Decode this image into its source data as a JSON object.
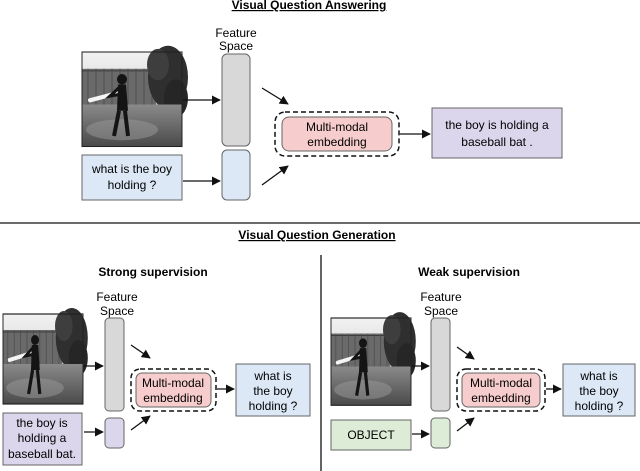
{
  "vqa": {
    "title": "Visual Question Answering",
    "feature_space": [
      "Feature",
      "Space"
    ],
    "question": [
      "what is the boy",
      "holding ?"
    ],
    "embedding": [
      "Multi-modal",
      "embedding"
    ],
    "answer": [
      "the boy is holding a",
      "baseball bat ."
    ]
  },
  "vqg": {
    "title": "Visual Question Generation",
    "strong": {
      "title": "Strong supervision",
      "feature_space": [
        "Feature",
        "Space"
      ],
      "caption": [
        "the boy is",
        "holding a",
        "baseball bat."
      ],
      "embedding": [
        "Multi-modal",
        "embedding"
      ],
      "output": [
        "what is",
        "the boy",
        "holding ?"
      ]
    },
    "weak": {
      "title": "Weak supervision",
      "feature_space": [
        "Feature",
        "Space"
      ],
      "tag": "OBJECT",
      "embedding": [
        "Multi-modal",
        "embedding"
      ],
      "output": [
        "what is",
        "the boy",
        "holding ?"
      ]
    }
  },
  "colors": {
    "blue_box": "#dce8f6",
    "purple_box": "#dcd6ec",
    "pink_box": "#f6cccc",
    "green_box": "#dcecd6",
    "gray_bar": "#d8d8d8"
  }
}
